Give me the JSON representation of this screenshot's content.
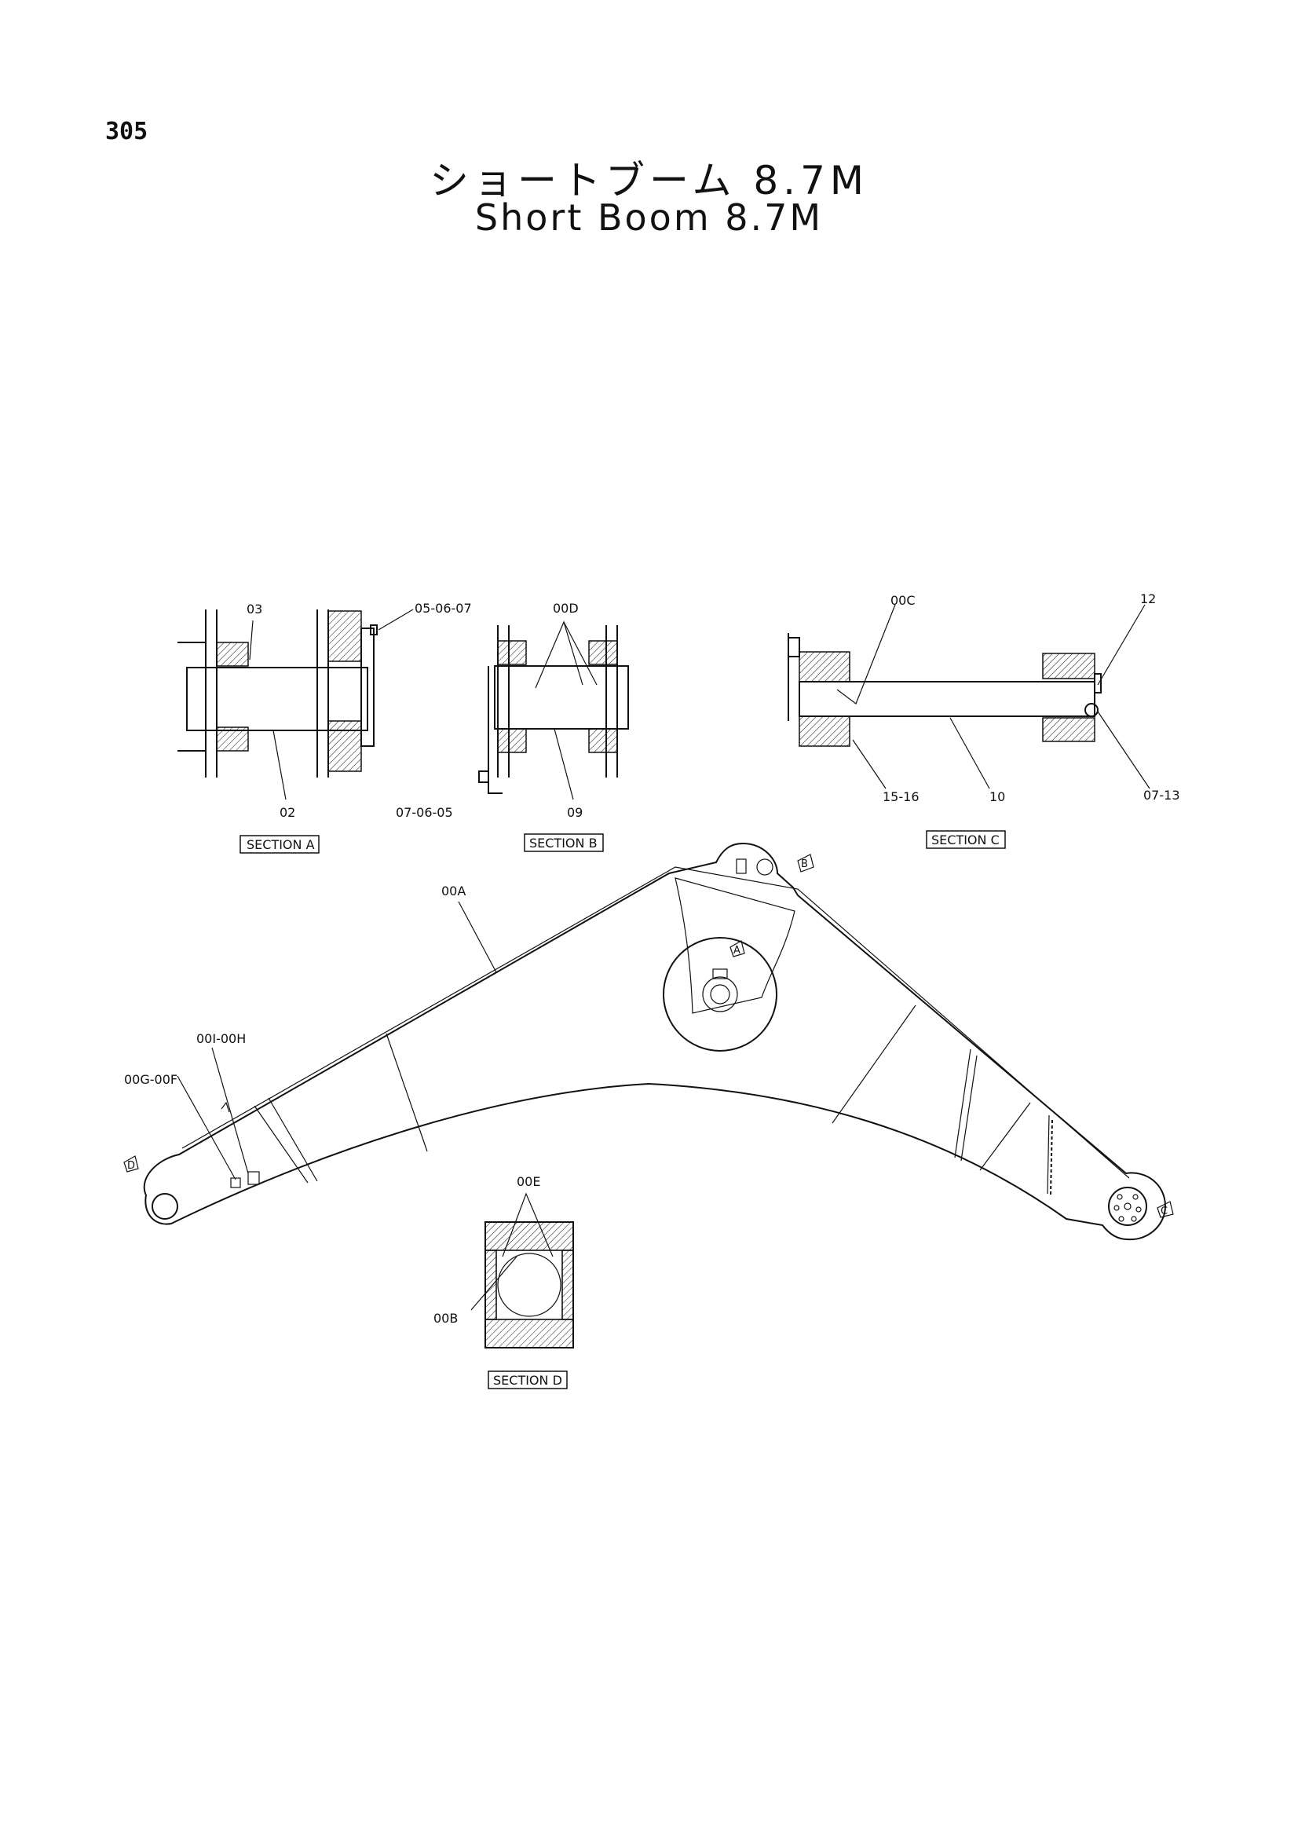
{
  "page": {
    "number": "305"
  },
  "title": {
    "japanese": "ショートブーム 8.7M",
    "english": "Short Boom 8.7M"
  },
  "sections": {
    "a": "SECTION A",
    "b": "SECTION B",
    "c": "SECTION C",
    "d": "SECTION D"
  },
  "callouts": {
    "c_03": "03",
    "c_05_06_07": "05-06-07",
    "c_02": "02",
    "c_00D": "00D",
    "c_07_06_05": "07-06-05",
    "c_09": "09",
    "c_00C": "00C",
    "c_12": "12",
    "c_15_16": "15-16",
    "c_10": "10",
    "c_07_13": "07-13",
    "c_00A": "00A",
    "c_00I_00H": "00I-00H",
    "c_00G_00F": "00G-00F",
    "c_00E": "00E",
    "c_00B": "00B"
  },
  "view_markers": {
    "a": "A",
    "b": "B",
    "c": "C",
    "d": "D"
  }
}
